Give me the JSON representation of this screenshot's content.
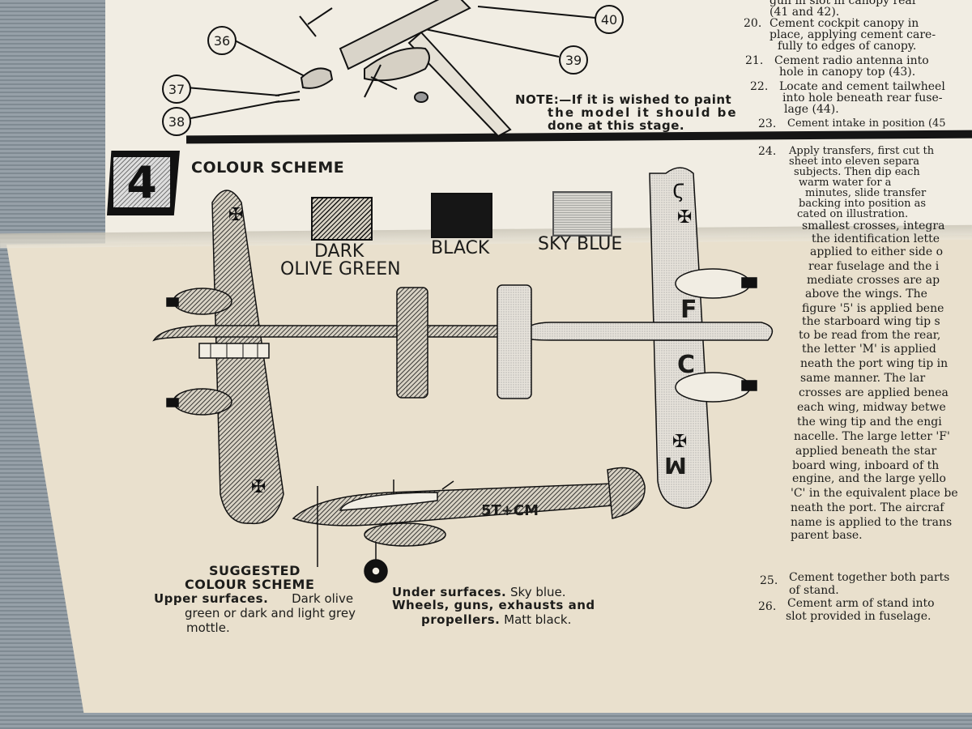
{
  "callouts": {
    "c36": "36",
    "c37": "37",
    "c38": "38",
    "c39": "39",
    "c40": "40"
  },
  "note": {
    "line1": "NOTE:—If it is wished to paint",
    "line2": "the model it should be",
    "line3": "done at this stage."
  },
  "top_right_steps": [
    {
      "text": "gun in slot in canopy rear"
    },
    {
      "text": "(41 and 42)."
    },
    {
      "n": "20.",
      "text": "Cement cockpit canopy in"
    },
    {
      "text": "place, applying cement care-"
    },
    {
      "text": "fully to edges of canopy."
    },
    {
      "n": "21.",
      "text": "Cement radio antenna into"
    },
    {
      "text": "hole in canopy top (43)."
    },
    {
      "n": "22.",
      "text": "Locate and cement tailwheel"
    },
    {
      "text": "into hole beneath rear fuse-"
    },
    {
      "text": "lage (44)."
    },
    {
      "n": "23.",
      "text": "Cement intake in position (45"
    }
  ],
  "section": {
    "number": "4",
    "title": "COLOUR SCHEME"
  },
  "swatches": {
    "olive_line1": "DARK",
    "olive_line2": "OLIVE GREEN",
    "black": "BLACK",
    "sky": "SKY BLUE"
  },
  "aircraft_marks": {
    "code": "5",
    "f": "F",
    "c": "C",
    "m": "M",
    "fuselage_code": "5T+CM"
  },
  "step24": {
    "n": "24.",
    "lines": [
      "Apply transfers, first cut th",
      "sheet into eleven separa",
      "subjects.  Then dip each",
      "warm  water  for  a",
      "minutes,  slide transfer",
      "backing into position as",
      "cated on illustration.",
      "smallest crosses, integra",
      "the identification lette",
      "applied to either side o",
      "rear fuselage and the i",
      "mediate crosses are ap",
      "above the wings.  The",
      "figure '5' is applied bene",
      "the starboard wing tip s",
      "to be read from the rear,",
      "the letter 'M' is applied",
      "neath the port wing tip in",
      "same manner.    The lar",
      "crosses are applied benea",
      "each wing, midway betwe",
      "the wing tip and the engi",
      "nacelle. The large letter 'F'",
      "applied  beneath  the  star",
      "board wing, inboard of th",
      "engine, and the large yello",
      "'C' in the equivalent place be",
      "neath the port.  The aircraf",
      "name is applied to the trans",
      "parent base."
    ]
  },
  "step25": {
    "n": "25.",
    "line1": "Cement together both parts",
    "line2": "of stand."
  },
  "step26": {
    "n": "26.",
    "line1": "Cement arm of stand into",
    "line2": "slot provided in fuselage."
  },
  "suggested": {
    "title1": "SUGGESTED",
    "title2": "COLOUR SCHEME",
    "upper_label": "Upper surfaces.",
    "upper_text1": "Dark olive",
    "upper_text2": "green or dark and light grey",
    "upper_text3": "mottle.",
    "under_label": "Under surfaces.",
    "under_text": "Sky blue.",
    "wheels_label1": "Wheels,  guns,  exhausts  and",
    "wheels_label2": "propellers.",
    "wheels_text": "Matt black."
  },
  "colors": {
    "paper": "#f1ede3",
    "ink": "#1c1c1a",
    "mat": "#8a949c"
  }
}
